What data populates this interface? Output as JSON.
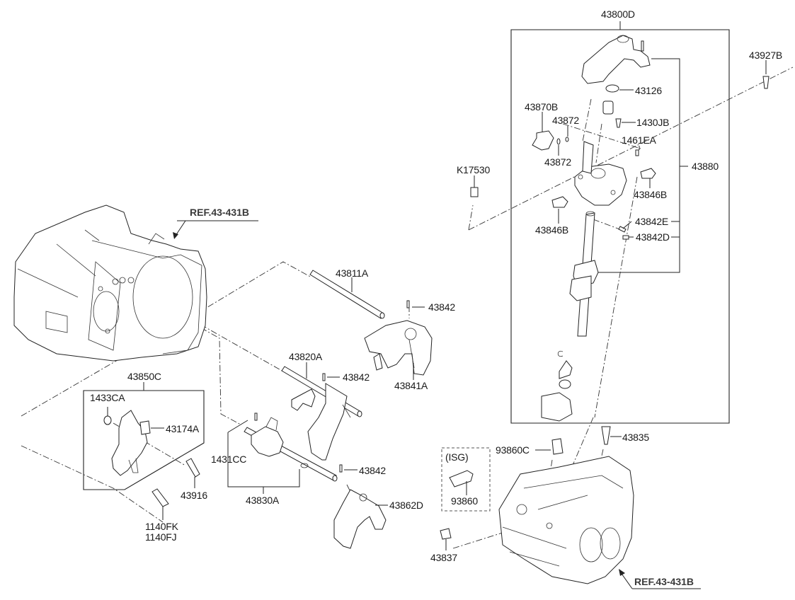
{
  "diagram": {
    "type": "exploded-parts-diagram",
    "subject": "manual transmission gear shift control (shift rails, forks and control lever assembly)",
    "reference_labels": [
      {
        "id": "ref-upper",
        "text": "REF.43-431B"
      },
      {
        "id": "ref-lower",
        "text": "REF.43-431B"
      }
    ],
    "group_labels": {
      "control_assembly": "43800D",
      "control_subassembly": "43880",
      "lever_bracket_assembly": "43850C",
      "rail_assembly": "43830A",
      "isg_option": "(ISG)"
    },
    "part_labels": {
      "p43927B": "43927B",
      "p43126": "43126",
      "p43870B": "43870B",
      "p43872_upper": "43872",
      "p43872_lower": "43872",
      "p1430JB": "1430JB",
      "p1461EA": "1461EA",
      "pK17530": "K17530",
      "p43846B_right": "43846B",
      "p43846B_left": "43846B",
      "p43842E": "43842E",
      "p43842D": "43842D",
      "p43811A": "43811A",
      "p43842_a": "43842",
      "p43841A": "43841A",
      "p43820A": "43820A",
      "p43842_b": "43842",
      "p1433CA": "1433CA",
      "p43174A": "43174A",
      "p1431CC": "1431CC",
      "p43842_c": "43842",
      "p43916": "43916",
      "p1140FK": "1140FK",
      "p1140FJ": "1140FJ",
      "p43862D": "43862D",
      "p93860C": "93860C",
      "p43835": "43835",
      "p93860": "93860",
      "p43837": "43837"
    }
  }
}
